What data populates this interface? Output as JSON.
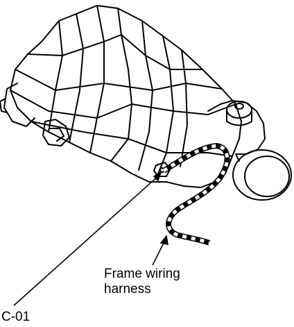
{
  "labels": {
    "connector": "C-01",
    "harness_line1": "Frame wiring",
    "harness_line2": "harness"
  },
  "colors": {
    "stroke": "#000000",
    "background": "#ffffff"
  }
}
